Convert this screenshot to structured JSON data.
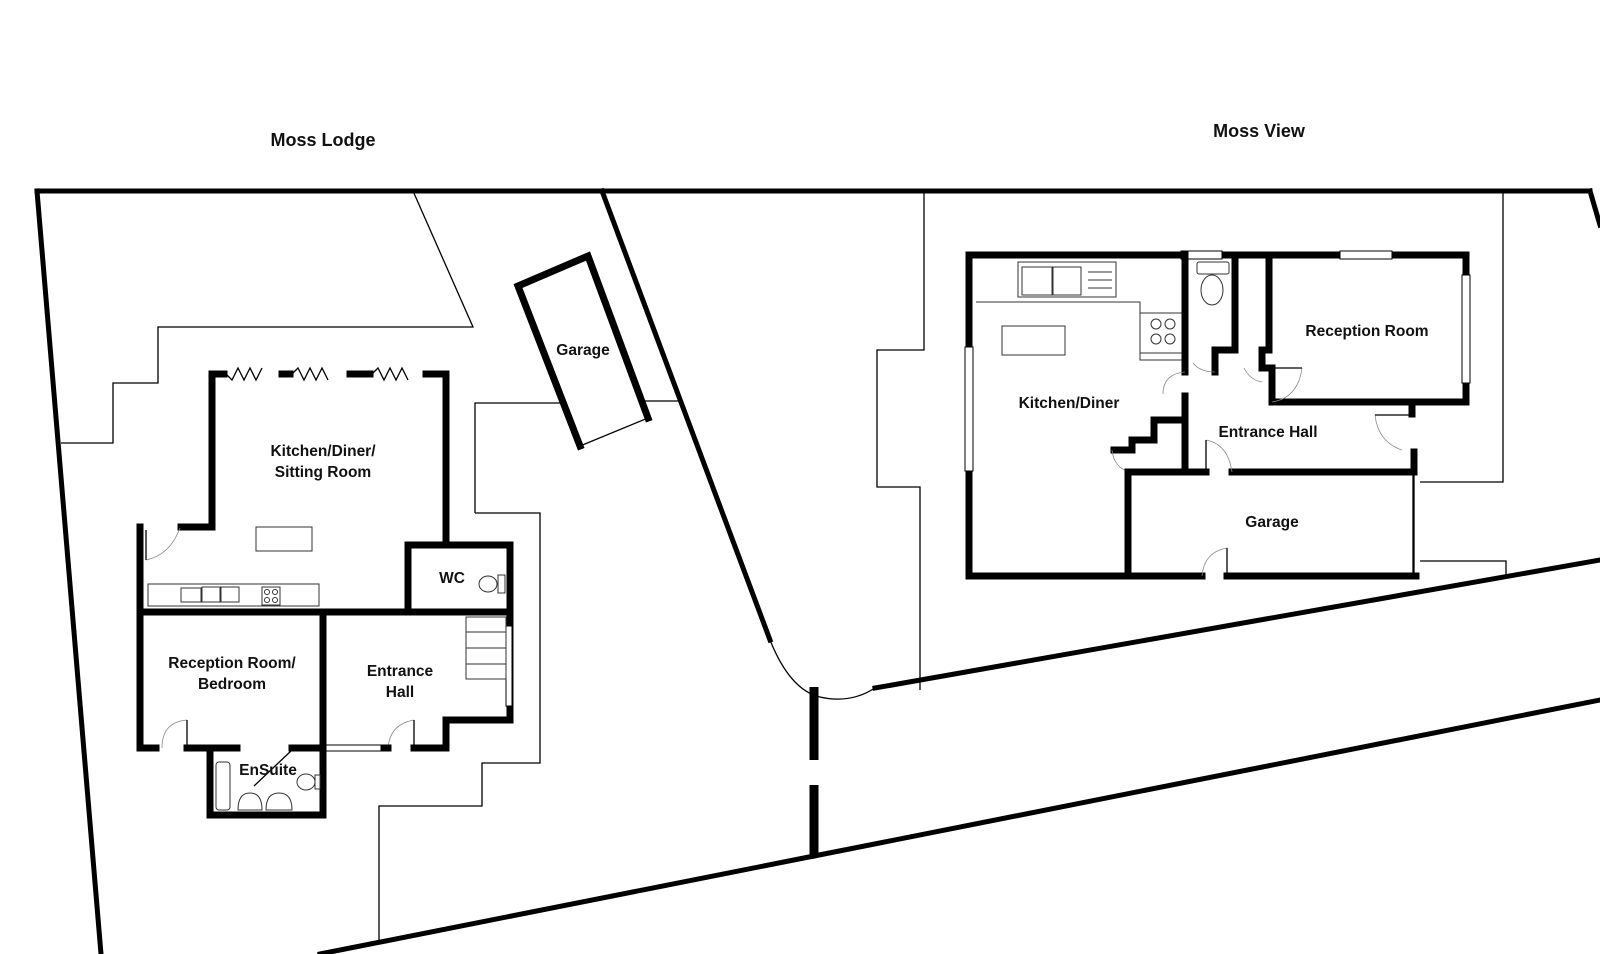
{
  "diagram": {
    "type": "site-floor-plan",
    "properties": [
      {
        "name": "Moss Lodge",
        "rooms": [
          {
            "label_line1": "Kitchen/Diner/",
            "label_line2": "Sitting Room"
          },
          {
            "label": "WC"
          },
          {
            "label_line1": "Reception Room/",
            "label_line2": "Bedroom"
          },
          {
            "label_line1": "Entrance",
            "label_line2": "Hall"
          },
          {
            "label": "EnSuite"
          },
          {
            "label": "Garage"
          }
        ]
      },
      {
        "name": "Moss View",
        "rooms": [
          {
            "label": "Kitchen/Diner"
          },
          {
            "label": "Reception Room"
          },
          {
            "label": "Entrance Hall"
          },
          {
            "label": "Garage"
          }
        ]
      }
    ]
  }
}
